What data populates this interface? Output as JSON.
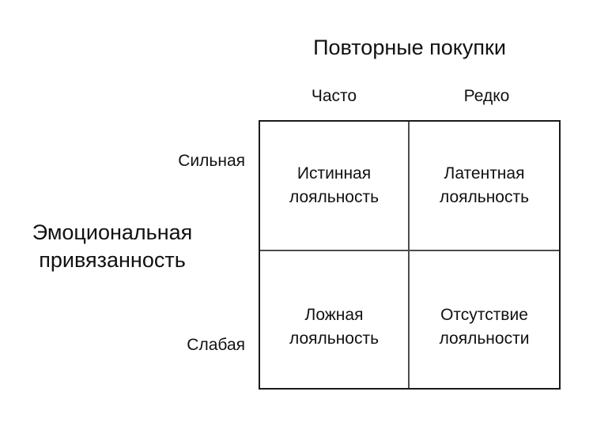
{
  "diagram": {
    "title": "Повторные покупки",
    "x_axis": {
      "columns": [
        {
          "id": "often",
          "label": "Часто"
        },
        {
          "id": "rarely",
          "label": "Редко"
        }
      ]
    },
    "y_axis": {
      "title_line1": "Эмоциональная",
      "title_line2": "привязанность",
      "rows": [
        {
          "id": "strong",
          "label": "Сильная"
        },
        {
          "id": "weak",
          "label": "Слабая"
        }
      ]
    },
    "quadrants": [
      {
        "id": "top-left",
        "label": "Истинная лояльность"
      },
      {
        "id": "top-right",
        "label": "Латентная лояльность"
      },
      {
        "id": "bottom-left",
        "label": "Ложная лояльность"
      },
      {
        "id": "bottom-right",
        "label": "Отсутствие лояльности"
      }
    ],
    "colors": {
      "background": "#ffffff",
      "text": "#111111",
      "outer_border": "#1a1a1a",
      "inner_divider": "#4d4d4d"
    }
  }
}
